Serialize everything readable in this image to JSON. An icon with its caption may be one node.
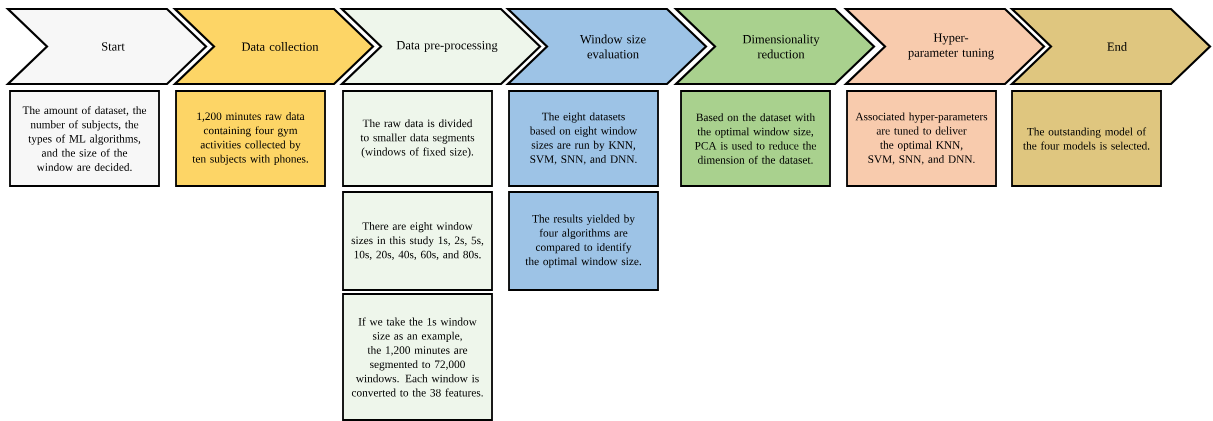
{
  "diagram": {
    "nodes": [
      {
        "text": [
          "Start"
        ]
      },
      {
        "text": [
          "Data collection"
        ]
      },
      {
        "text": [
          "Data pre-processing"
        ]
      },
      {
        "text": [
          "Window size evaluation"
        ]
      },
      {
        "text": [
          "Dimensionality reduction"
        ]
      },
      {
        "text": [
          "Hyper-parameter tuning"
        ]
      },
      {
        "text": [
          "End"
        ]
      },
      {
        "text": [
          "The amount of dataset, the number of subjects, the types of ML algorithms, and the size of the window are decided."
        ]
      },
      {
        "text": [
          "1,200 minutes raw data containing four gym activities collected by ten subjects with phones."
        ]
      },
      {
        "text": [
          "The raw data is divided to smaller data segments (windows of fixed size)."
        ]
      },
      {
        "text": [
          "The eight datasets based on eight window sizes are run by KNN, SVM, SNN, and DNN."
        ]
      },
      {
        "text": [
          "Based on the dataset with the optimal window size, PCA is used to reduce the dimension of the dataset."
        ]
      },
      {
        "text": [
          "Associated hyper-parameters are tuned to deliver the optimal KNN, SVM, SNN, and DNN."
        ]
      },
      {
        "text": [
          "The outstanding model of the four models is selected."
        ]
      },
      {
        "text": [
          "There are eight window sizes in this study 1s, 2s, 5s, 10s, 20s, 40s, 60s, and 80s."
        ]
      },
      {
        "text": [
          "The results yielded by four algorithms are compared to identify the optimal window size."
        ]
      },
      {
        "text": [
          "If we take the 1s window size as an example, the 1,200 minutes are segmented to 72,000 windows. Each window is converted to the 38 features."
        ]
      }
    ]
  }
}
